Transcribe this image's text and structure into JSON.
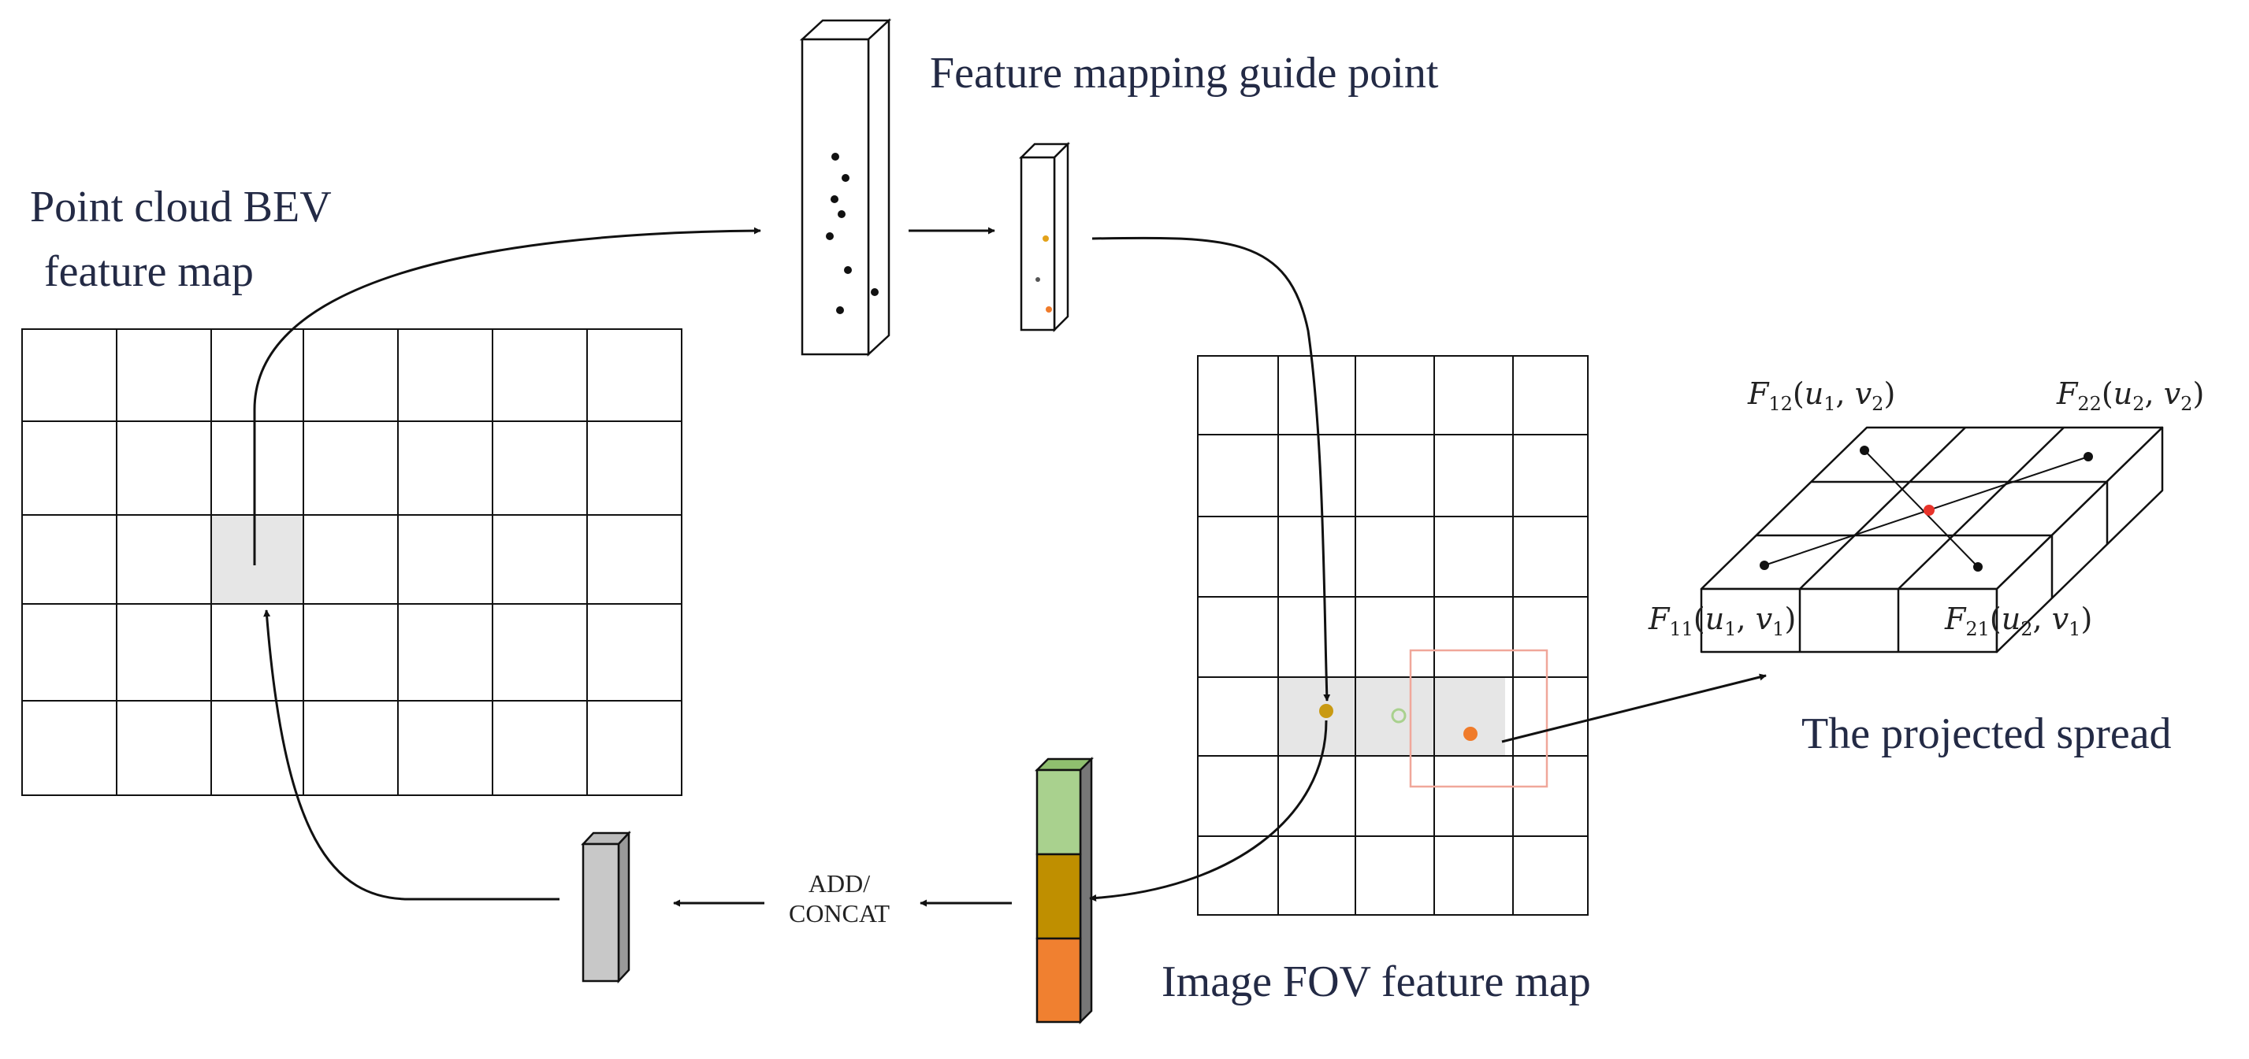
{
  "labels": {
    "bev": [
      "Point cloud BEV",
      "feature map"
    ],
    "guide": "Feature mapping guide point",
    "fov": "Image FOV feature map",
    "spread": "The projected spread",
    "add_concat": [
      "ADD/",
      "CONCAT"
    ]
  },
  "math": {
    "f12": {
      "name": "F",
      "sub": "12",
      "u": "u",
      "us": "1",
      "v": "v",
      "vs": "2"
    },
    "f22": {
      "name": "F",
      "sub": "22",
      "u": "u",
      "us": "2",
      "v": "v",
      "vs": "2"
    },
    "f11": {
      "name": "F",
      "sub": "11",
      "u": "u",
      "us": "1",
      "v": "v",
      "vs": "1"
    },
    "f21": {
      "name": "F",
      "sub": "21",
      "u": "u",
      "us": "2",
      "v": "v",
      "vs": "1"
    }
  },
  "colors": {
    "stroke": "#111111",
    "highlight": "#e6e6e6",
    "gold_dot": "#c99a12",
    "green_dot": "#a9d18e",
    "orange_dot": "#f07b2a",
    "red_dot": "#e8332a",
    "box": "#f0a79a",
    "stack_green": "#a9d18e",
    "stack_gold": "#bf8f00",
    "stack_orange": "#f08030",
    "gray_column": "#c8c8c8"
  }
}
